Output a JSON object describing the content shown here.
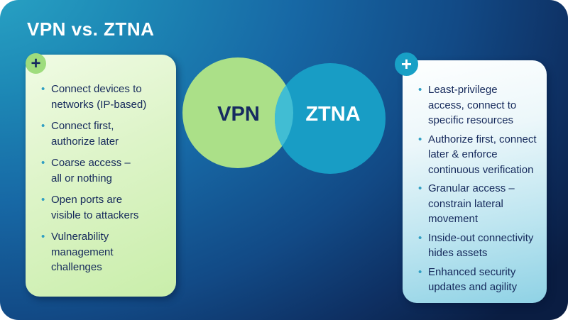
{
  "title": "VPN vs. ZTNA",
  "bullet_char": "•",
  "venn": {
    "vpn_label": "VPN",
    "ztna_label": "ZTNA",
    "vpn_circle_color": "#abe088",
    "ztna_circle_color": "#189dc5",
    "overlap_color": "#41bdd3",
    "vpn_label_color": "#162a60",
    "ztna_label_color": "#ffffff"
  },
  "left_panel": {
    "plus_badge": "+",
    "bullets": [
      "Connect devices to\nnetworks (IP-based)",
      "Connect first,\nauthorize later",
      "Coarse access –\nall or nothing",
      "Open ports are\nvisible to attackers",
      "Vulnerability\nmanagement\nchallenges"
    ]
  },
  "right_panel": {
    "plus_badge": "+",
    "bullets": [
      "Least-privilege\naccess, connect to\nspecific resources",
      "Authorize first, connect\nlater & enforce\ncontinuous verification",
      "Granular access –\nconstrain lateral\nmovement",
      "Inside-out connectivity\nhides assets",
      "Enhanced security\nupdates and agility"
    ]
  },
  "colors": {
    "background_top_left": "#2aa6c6",
    "background_bottom_right": "#0a1d42",
    "left_panel_top": "#f0fbe4",
    "left_panel_bottom": "#c9eeaa",
    "right_panel_top": "#feffff",
    "right_panel_bottom": "#8fd2e5",
    "bullet_marker": "#2f9ec3",
    "bullet_text": "#15295b",
    "title_text": "#ffffff"
  }
}
